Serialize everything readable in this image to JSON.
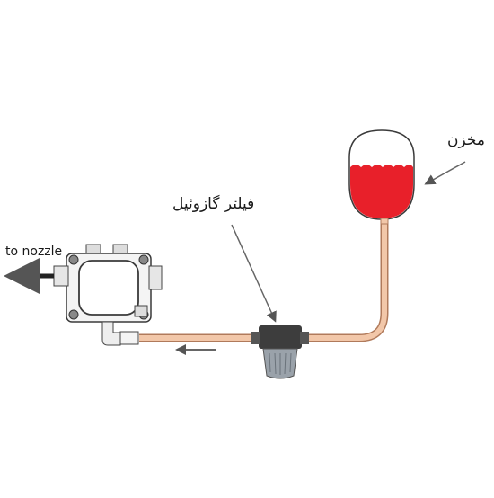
{
  "labels": {
    "tank": "مخزن",
    "filter": "فیلتر گازوئیل",
    "nozzle": "to nozzle"
  },
  "colors": {
    "fuel": "#e8202a",
    "pipe": "#f2c7a9",
    "pipe_edge": "#b07a5b",
    "outline": "#3a3a3a",
    "filter_head": "#3d3d3d",
    "filter_bowl": "#9aa2aa"
  },
  "icons": {
    "pump": "fuel-pump-icon",
    "filter": "fuel-filter-icon",
    "tank": "fuel-tank-icon"
  }
}
